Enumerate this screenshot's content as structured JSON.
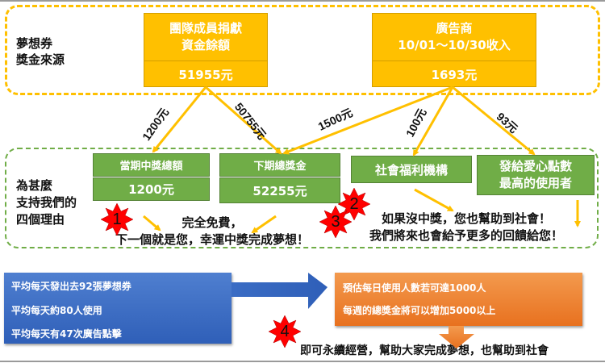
{
  "sources": {
    "section_label": [
      "夢想券",
      "獎金來源"
    ],
    "team_donation": {
      "title": [
        "團隊成員捐獻",
        "資金餘額"
      ],
      "amount": "51955元"
    },
    "advertiser": {
      "title": [
        "廣告商",
        "10/01～10/30收入"
      ],
      "amount": "1693元"
    }
  },
  "flows": {
    "team_to_current": "1200元",
    "team_to_next": "50755元",
    "ad_to_next": "1500元",
    "ad_to_welfare": "100元",
    "ad_to_top_user": "93元"
  },
  "reasons": {
    "section_label": [
      "為甚麼",
      "支持我們的",
      "四個理由"
    ],
    "current_prize": {
      "title": "當期中獎總額",
      "amount": "1200元"
    },
    "next_prize": {
      "title": "下期總獎金",
      "amount": "52255元"
    },
    "social_welfare": {
      "title": "社會福利機構"
    },
    "top_user": {
      "title": [
        "發給愛心點數",
        "最高的使用者"
      ]
    },
    "reason_1_text": [
      "完全免費，",
      "下一個就是您，幸運中獎完成夢想！"
    ],
    "reason_23_text": [
      "如果沒中獎，您也幫助到社會！",
      "我們將來也會給予更多的回饋給您！"
    ],
    "badges": [
      "1",
      "2",
      "3",
      "4"
    ]
  },
  "stats": {
    "current": [
      "平均每天發出去92張夢想券",
      "平均每天約80人使用",
      "平均每天有47次廣告點擊"
    ],
    "projection": [
      "預估每日使用人數若可達1000人",
      "每週的總獎金將可以增加5000以上"
    ],
    "conclusion": "即可永續經營，幫助大家完成夢想，也幫助到社會"
  },
  "colors": {
    "source_box": "#ffc000",
    "reason_box": "#70ad47",
    "arrow": "#ffc000",
    "badge": "#ff0000",
    "stats_box": "#3a6cc4",
    "projection_box": "#ed7d31"
  }
}
